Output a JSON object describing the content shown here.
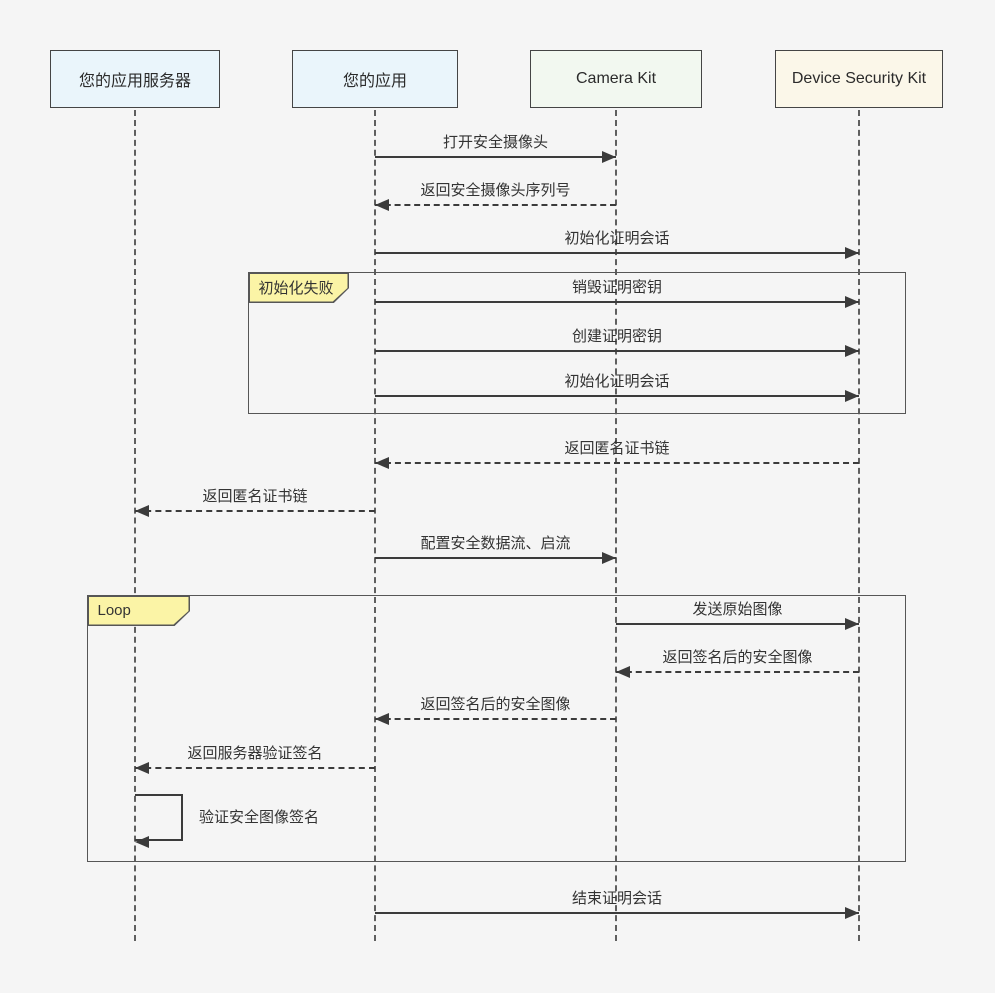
{
  "diagram": {
    "kind": "sequence-diagram",
    "background_color": "#f5f5f5",
    "line_color": "#3b3b3b",
    "participants": [
      {
        "id": "app-server",
        "label": "您的应用服务器",
        "fill": "#eaf5fb"
      },
      {
        "id": "app",
        "label": "您的应用",
        "fill": "#eaf5fb"
      },
      {
        "id": "camera-kit",
        "label": "Camera Kit",
        "fill": "#f2f8f0"
      },
      {
        "id": "device-security-kit",
        "label": "Device Security Kit",
        "fill": "#fbf7e9"
      }
    ],
    "fragments": [
      {
        "label": "初始化失败",
        "tab_fill": "#fbf4a6",
        "contains": [
          "销毁证明密钥",
          "创建证明密钥",
          "初始化证明会话"
        ]
      },
      {
        "label": "Loop",
        "tab_fill": "#fbf4a6",
        "contains": [
          "发送原始图像",
          "返回签名后的安全图像",
          "返回签名后的安全图像",
          "返回服务器验证签名",
          "验证安全图像签名"
        ]
      }
    ],
    "messages": [
      {
        "label": "打开安全摄像头",
        "from": "app",
        "to": "camera-kit",
        "style": "solid"
      },
      {
        "label": "返回安全摄像头序列号",
        "from": "camera-kit",
        "to": "app",
        "style": "dashed"
      },
      {
        "label": "初始化证明会话",
        "from": "app",
        "to": "device-security-kit",
        "style": "solid"
      },
      {
        "label": "销毁证明密钥",
        "from": "app",
        "to": "device-security-kit",
        "style": "solid"
      },
      {
        "label": "创建证明密钥",
        "from": "app",
        "to": "device-security-kit",
        "style": "solid"
      },
      {
        "label": "初始化证明会话",
        "from": "app",
        "to": "device-security-kit",
        "style": "solid"
      },
      {
        "label": "返回匿名证书链",
        "from": "device-security-kit",
        "to": "app",
        "style": "dashed"
      },
      {
        "label": "返回匿名证书链",
        "from": "app",
        "to": "app-server",
        "style": "dashed"
      },
      {
        "label": "配置安全数据流、启流",
        "from": "app",
        "to": "camera-kit",
        "style": "solid"
      },
      {
        "label": "发送原始图像",
        "from": "camera-kit",
        "to": "device-security-kit",
        "style": "solid"
      },
      {
        "label": "返回签名后的安全图像",
        "from": "device-security-kit",
        "to": "camera-kit",
        "style": "dashed"
      },
      {
        "label": "返回签名后的安全图像",
        "from": "camera-kit",
        "to": "app",
        "style": "dashed"
      },
      {
        "label": "返回服务器验证签名",
        "from": "app",
        "to": "app-server",
        "style": "dashed"
      },
      {
        "label": "验证安全图像签名",
        "from": "app-server",
        "to": "app-server",
        "style": "self"
      },
      {
        "label": "结束证明会话",
        "from": "app",
        "to": "device-security-kit",
        "style": "solid"
      }
    ]
  }
}
